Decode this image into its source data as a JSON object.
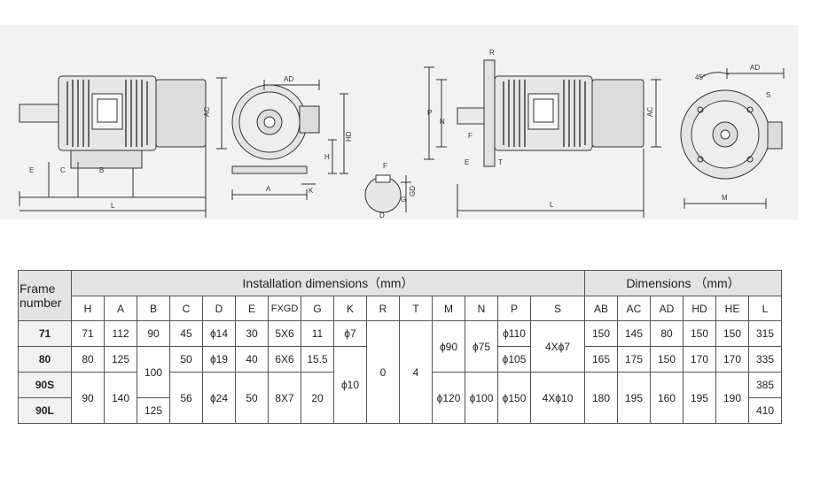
{
  "drawing_labels": {
    "side1": {
      "E": "E",
      "C": "C",
      "B": "B",
      "L": "L",
      "AC": "AC"
    },
    "end1": {
      "AD": "AD",
      "HD": "HD",
      "H": "H",
      "A": "A",
      "K": "K"
    },
    "shaft": {
      "F": "F",
      "GD": "GD",
      "G": "G",
      "D": "D"
    },
    "side2": {
      "R": "R",
      "P": "P",
      "N": "N",
      "F": "F",
      "E": "E",
      "T": "T",
      "L": "L",
      "AC": "AC"
    },
    "flange": {
      "angle": "45°",
      "AD": "AD",
      "S": "S",
      "M": "M"
    }
  },
  "table": {
    "frame_header": [
      "Frame",
      "number"
    ],
    "group_install": "Installation dimensions（mm）",
    "group_dims": "Dimensions （mm）",
    "columns": [
      "H",
      "A",
      "B",
      "C",
      "D",
      "E",
      "FXGD",
      "G",
      "K",
      "R",
      "T",
      "M",
      "N",
      "P",
      "S",
      "AB",
      "AC",
      "AD",
      "HD",
      "HE",
      "L"
    ],
    "frames": [
      "71",
      "80",
      "90S",
      "90L"
    ],
    "cells": {
      "H_71": "71",
      "H_80": "80",
      "H_90": "90",
      "A_71": "112",
      "A_80": "125",
      "A_90": "140",
      "B_71": "90",
      "B_80_90S": "100",
      "B_90L": "125",
      "C_71": "45",
      "C_80": "50",
      "C_90": "56",
      "D_71": "ϕ14",
      "D_80": "ϕ19",
      "D_90": "ϕ24",
      "E_71": "30",
      "E_80": "40",
      "E_90": "50",
      "FXGD_71": "5X6",
      "FXGD_80": "6X6",
      "FXGD_90": "8X7",
      "G_71": "11",
      "G_80": "15.5",
      "G_90": "20",
      "K_71": "ϕ7",
      "K_rest": "ϕ10",
      "R_all": "0",
      "T_all": "4",
      "M_7180": "ϕ90",
      "M_90": "ϕ120",
      "N_7180": "ϕ75",
      "N_90": "ϕ100",
      "P_71": "ϕ110",
      "P_80": "ϕ105",
      "P_90": "ϕ150",
      "S_7180": "4Xϕ7",
      "S_90": "4Xϕ10",
      "AB_71": "150",
      "AB_80": "165",
      "AB_90": "180",
      "AC_71": "145",
      "AC_80": "175",
      "AC_90": "195",
      "AD_71": "80",
      "AD_80": "150",
      "AD_90": "160",
      "HD_71": "150",
      "HD_80": "170",
      "HD_90": "195",
      "HE_71": "150",
      "HE_80": "170",
      "HE_90": "190",
      "L_71": "315",
      "L_80": "335",
      "L_90S": "385",
      "L_90L": "410"
    }
  }
}
